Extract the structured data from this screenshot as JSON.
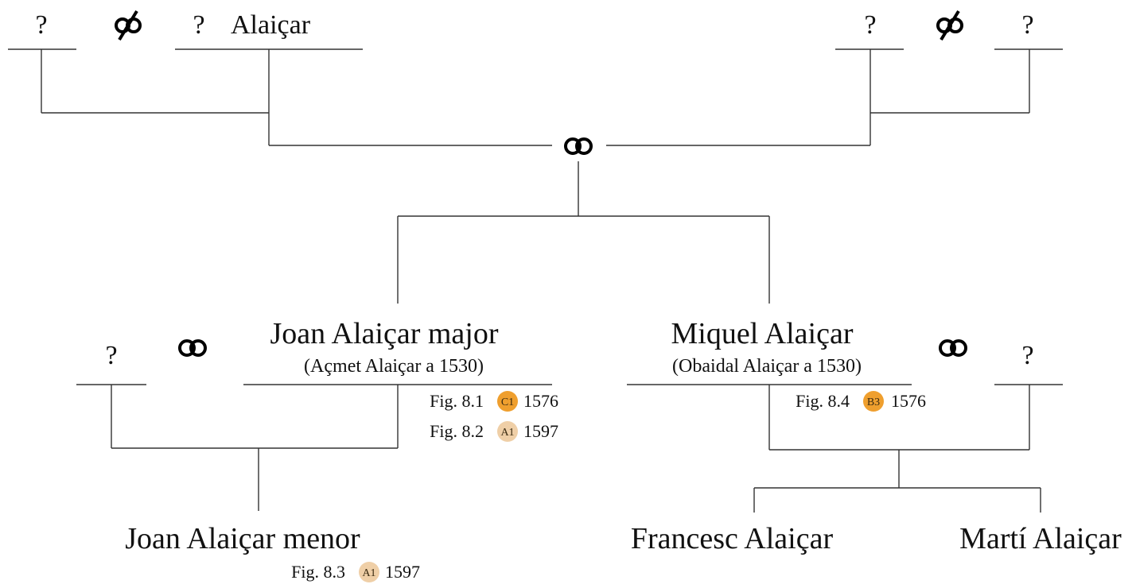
{
  "colors": {
    "badge_strong": "#ef9f2e",
    "badge_light": "#efcfa7",
    "line": "#333333",
    "text": "#111111"
  },
  "symbols": {
    "divorced": "ɸ",
    "unknown": "?"
  },
  "top": {
    "left_unknown_a": "?",
    "left_unknown_b": "?",
    "left_name": "Alaiçar",
    "right_unknown_a": "?",
    "right_unknown_b": "?"
  },
  "gen2": {
    "joan_major": {
      "name": "Joan Alaiçar major",
      "alias": "(Açmet Alaiçar a 1530)",
      "refs": [
        {
          "fig": "Fig. 8.1",
          "badge": "C1",
          "year": "1576"
        },
        {
          "fig": "Fig. 8.2",
          "badge": "A1",
          "year": "1597"
        }
      ]
    },
    "joan_major_spouse": "?",
    "miquel": {
      "name": "Miquel Alaiçar",
      "alias": "(Obaidal Alaiçar a 1530)",
      "refs": [
        {
          "fig": "Fig. 8.4",
          "badge": "B3",
          "year": "1576"
        }
      ]
    },
    "miquel_spouse": "?"
  },
  "gen3": {
    "joan_menor": {
      "name": "Joan Alaiçar menor",
      "refs": [
        {
          "fig": "Fig. 8.3",
          "badge": "A1",
          "year": "1597"
        }
      ]
    },
    "francesc": {
      "name": "Francesc Alaiçar"
    },
    "marti": {
      "name": "Martí Alaiçar"
    }
  }
}
